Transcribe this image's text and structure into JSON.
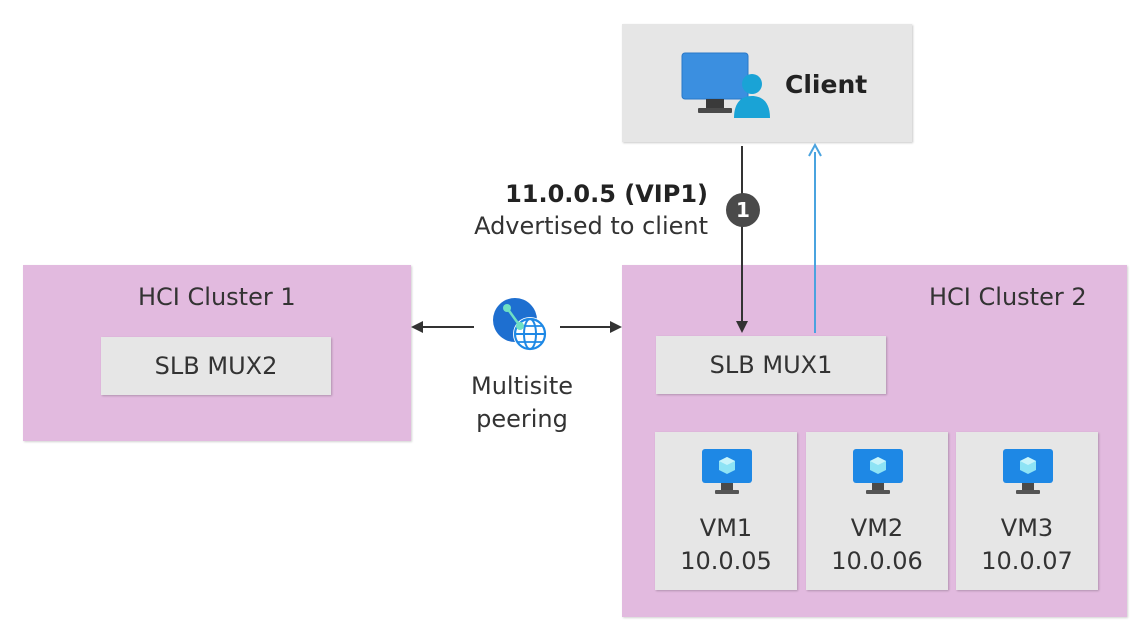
{
  "client": {
    "label": "Client",
    "icon": "desktop-user-icon"
  },
  "vip": {
    "address": "11.0.0.5 (VIP1)",
    "note": "Advertised to client"
  },
  "step_marker": "1",
  "peering": {
    "line1": "Multisite",
    "line2": "peering",
    "icon": "globe-network-icon"
  },
  "cluster1": {
    "title": "HCI Cluster 1",
    "mux": "SLB MUX2"
  },
  "cluster2": {
    "title": "HCI Cluster 2",
    "mux": "SLB MUX1",
    "vms": [
      {
        "name": "VM1",
        "ip": "10.0.05"
      },
      {
        "name": "VM2",
        "ip": "10.0.06"
      },
      {
        "name": "VM3",
        "ip": "10.0.07"
      }
    ]
  },
  "colors": {
    "cluster_fill": "#e2badf",
    "box_fill": "#e6e6e6",
    "arrow_dark": "#333333",
    "arrow_blue": "#4aa3df",
    "icon_blue": "#1e88e5",
    "step_fill": "#4a4a4a"
  }
}
